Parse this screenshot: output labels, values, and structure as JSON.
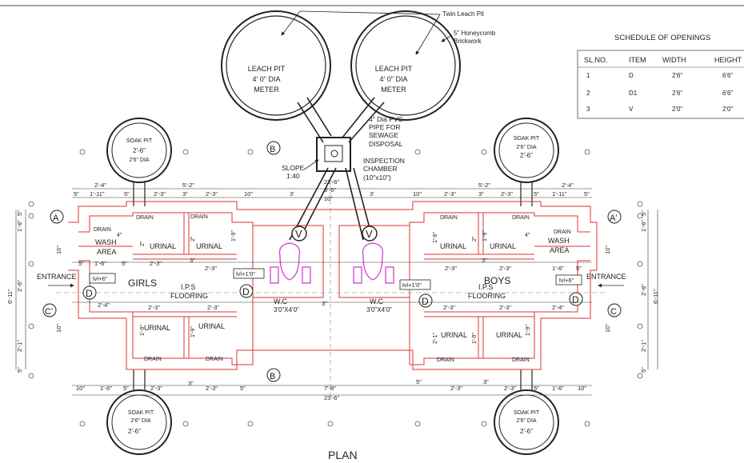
{
  "title": "PLAN",
  "callouts": {
    "twin_leach_pit": "Twin Leach Pit",
    "honeycomb_1": "5\" Honeycomb",
    "honeycomb_2": "Brickwork",
    "pvc_1": "4\" Dia PVC",
    "pvc_2": "PIPE FOR",
    "pvc_3": "SEWAGE",
    "pvc_4": "DISPOSAL",
    "inspection_1": "INSPECTION",
    "inspection_2": "CHAMBER",
    "inspection_3": "(10\"x10\")",
    "slope_1": "SLOPE",
    "slope_2": "1:40"
  },
  "leach_pits": [
    {
      "l1": "LEACH PIT",
      "l2": "4' 0\" DIA",
      "l3": "METER"
    },
    {
      "l1": "LEACH PIT",
      "l2": "4' 0\" DIA",
      "l3": "METER"
    }
  ],
  "soak_pits": [
    {
      "l1": "SOAK PIT",
      "l2": "2'-6\"",
      "l3": "2'6\" DIA"
    },
    {
      "l1": "SOAK PIT",
      "l2": "2'6\" DIA",
      "l3": "2'-6\""
    },
    {
      "l1": "SOAK PIT",
      "l2": "2'6\" DIA",
      "l3": "2'-6\""
    },
    {
      "l1": "SOAK PIT",
      "l2": "2'6\" DIA",
      "l3": "2'-6\""
    }
  ],
  "schedule": {
    "title": "SCHEDULE OF OPENINGS",
    "headers": [
      "SL.NO.",
      "ITEM",
      "WIDTH",
      "HEIGHT"
    ],
    "rows": [
      [
        "1",
        "D",
        "2'6\"",
        "6'6\""
      ],
      [
        "2",
        "D1",
        "2'6\"",
        "6'6\""
      ],
      [
        "3",
        "V",
        "2'0\"",
        "2'0\""
      ]
    ]
  },
  "rooms": {
    "girls": "GIRLS",
    "boys": "BOYS",
    "ips_flooring_1": "I.P.S",
    "ips_flooring_2": "FLOORING",
    "wash_1": "WASH",
    "wash_2": "AREA",
    "urinal": "URINAL",
    "drain": "DRAIN",
    "entrance": "ENTRANCE",
    "wc": "W.C",
    "wc_size": "3'0\"X4'0\""
  },
  "levels": {
    "lvl6": "lvl+6\"",
    "lvl10": "lvl+1'0\""
  },
  "door_tags": {
    "d": "D",
    "v": "V"
  },
  "section_marks": {
    "a": "A",
    "a_prime": "A'",
    "b": "B",
    "c_prime": "C'",
    "c": "C"
  },
  "dims": {
    "d_2_4": "2'-4\"",
    "d_1_11": "1'-11\"",
    "d_5": "5\"",
    "d_2_3": "2'-3\"",
    "d_5_2": "5'-2\"",
    "d_10": "10\"",
    "d_3": "3'",
    "d_23_6": "23'-6\"",
    "d_8_6": "8'-6\"",
    "d_4": "4\"",
    "d_1_9": "1'-9\"",
    "d_1_6": "1'-6\"",
    "d_3in": "3\"",
    "d_7_8": "7'-8\"",
    "d_6_11": "6'-11\"",
    "d_2_1": "2'-1\"",
    "d_2_6": "2'-6\"",
    "d_10in": "10\"",
    "d_2": "2\""
  }
}
